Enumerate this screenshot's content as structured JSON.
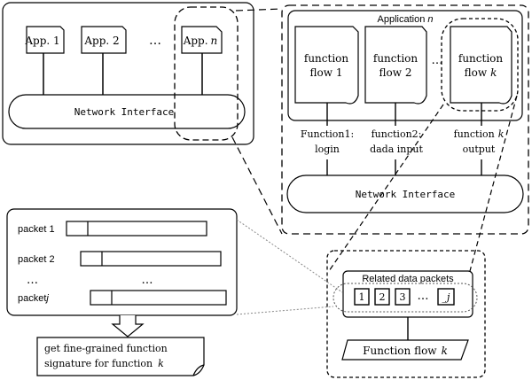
{
  "top_left": {
    "apps": [
      "App. 1",
      "App. 2",
      "App."
    ],
    "app_n_italic": "n",
    "ellipsis": "…",
    "network_label": "Network Interface"
  },
  "application": {
    "title": "Application",
    "title_italic": "n",
    "flows": [
      {
        "line1": "function",
        "line2": "flow 1"
      },
      {
        "line1": "function",
        "line2": "flow 2"
      },
      {
        "line1": "function",
        "line2": "flow",
        "line2_italic": "k"
      }
    ],
    "ellipsis": "…",
    "captions": [
      {
        "line1": "Function1:",
        "line2": "login"
      },
      {
        "line1": "function2:",
        "line2": "dada input"
      },
      {
        "line1": "function",
        "line1_italic": "k",
        "line2": "output"
      }
    ],
    "network_label": "Network Interface"
  },
  "packets": {
    "labels": [
      "packet 1",
      "packet 2",
      "packet"
    ],
    "packet_j_italic": "j",
    "dots_left": "…",
    "dots_mid": "…",
    "signature_line1": "get fine-grained function",
    "signature_line2": "signature for function",
    "signature_italic": "k"
  },
  "related": {
    "title": "Related data packets",
    "items": [
      "1",
      "2",
      "3"
    ],
    "last_item_prefix": "_",
    "last_item_italic": "j",
    "ellipsis": "…",
    "flow_label": "Function flow",
    "flow_italic": "k"
  }
}
